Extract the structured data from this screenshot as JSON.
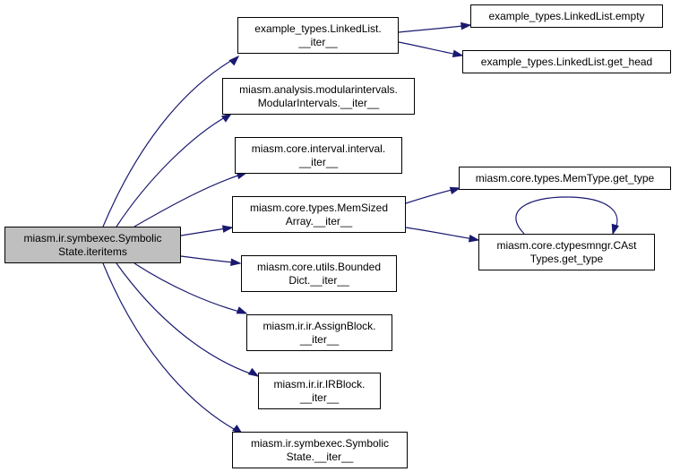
{
  "colors": {
    "edge": "#191970",
    "root_fill": "#bfbfbf",
    "node_fill": "#ffffff",
    "border": "#000000"
  },
  "nodes": {
    "root": {
      "line1": "miasm.ir.symbexec.Symbolic",
      "line2": "State.iteritems"
    },
    "ll_iter": {
      "line1": "example_types.LinkedList.",
      "line2": "__iter__"
    },
    "ll_empty": {
      "line1": "example_types.LinkedList.empty"
    },
    "ll_get_head": {
      "line1": "example_types.LinkedList.get_head"
    },
    "mod_intervals": {
      "line1": "miasm.analysis.modularintervals.",
      "line2": "ModularIntervals.__iter__"
    },
    "interval": {
      "line1": "miasm.core.interval.interval.",
      "line2": "__iter__"
    },
    "memsized": {
      "line1": "miasm.core.types.MemSized",
      "line2": "Array.__iter__"
    },
    "memtype": {
      "line1": "miasm.core.types.MemType.get_type"
    },
    "castypes": {
      "line1": "miasm.core.ctypesmngr.CAst",
      "line2": "Types.get_type"
    },
    "bounded": {
      "line1": "miasm.core.utils.Bounded",
      "line2": "Dict.__iter__"
    },
    "assign": {
      "line1": "miasm.ir.ir.AssignBlock.",
      "line2": "__iter__"
    },
    "irblock": {
      "line1": "miasm.ir.ir.IRBlock.",
      "line2": "__iter__"
    },
    "symstate": {
      "line1": "miasm.ir.symbexec.Symbolic",
      "line2": "State.__iter__"
    }
  }
}
